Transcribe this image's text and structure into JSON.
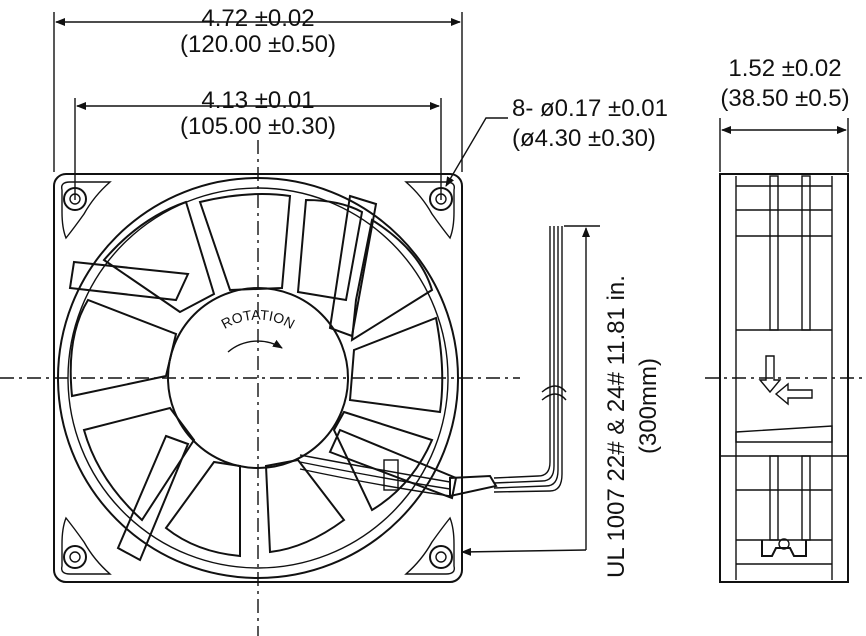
{
  "dimensions": {
    "overall_width": {
      "inch": "4.72 ±0.02",
      "mm": "(120.00 ±0.50)"
    },
    "hole_spacing": {
      "inch": "4.13 ±0.01",
      "mm": "(105.00 ±0.30)"
    },
    "holes": {
      "inch": "8- ø0.17 ±0.01",
      "mm": "(ø4.30 ±0.30)"
    },
    "depth": {
      "inch": "1.52 ±0.02",
      "mm": "(38.50 ±0.5)"
    },
    "lead_wire": {
      "spec": "UL 1007 22# & 24# 11.81 in.",
      "mm": "(300mm)"
    }
  },
  "hub_label": "ROTATION",
  "colors": {
    "line": "#111111",
    "background": "#ffffff"
  }
}
